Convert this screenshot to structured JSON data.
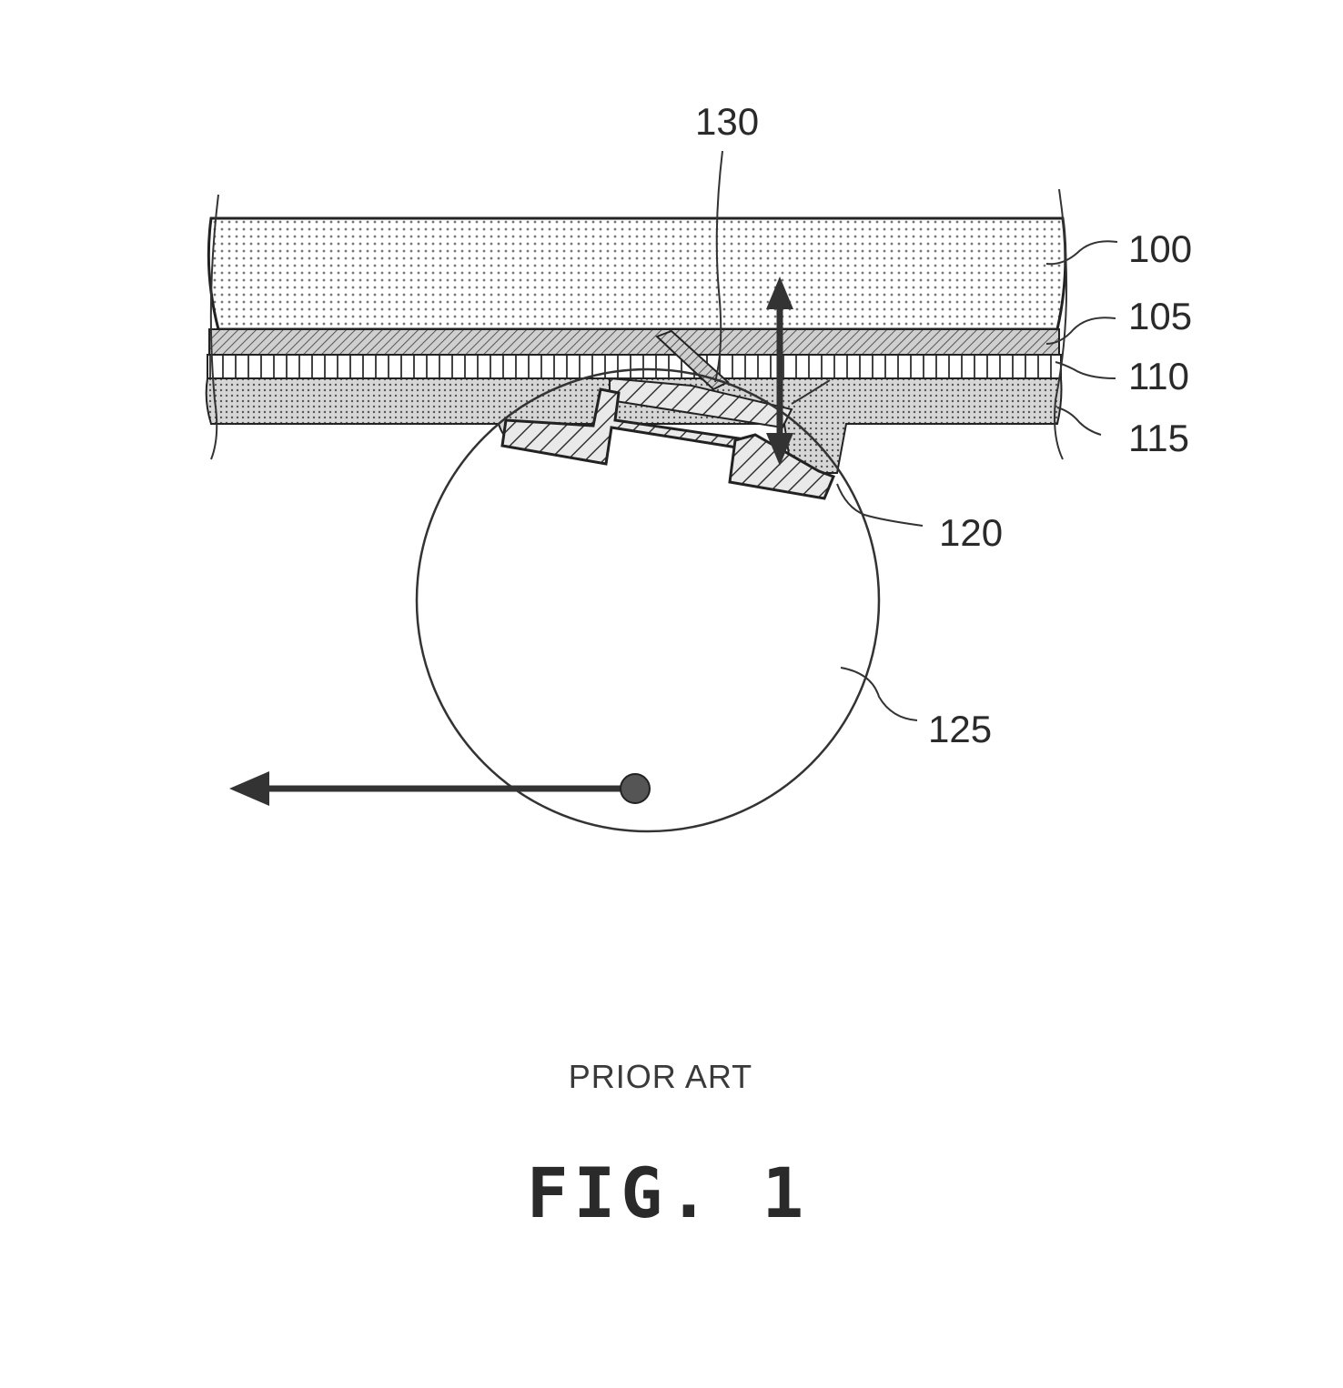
{
  "figure": {
    "caption": "PRIOR ART",
    "title": "FIG. 1"
  },
  "labels": {
    "ref_100": "100",
    "ref_105": "105",
    "ref_110": "110",
    "ref_115": "115",
    "ref_120": "120",
    "ref_125": "125",
    "ref_130": "130"
  },
  "colors": {
    "line": "#222222",
    "dot_fill": "#555555",
    "hatch": "#333333"
  }
}
